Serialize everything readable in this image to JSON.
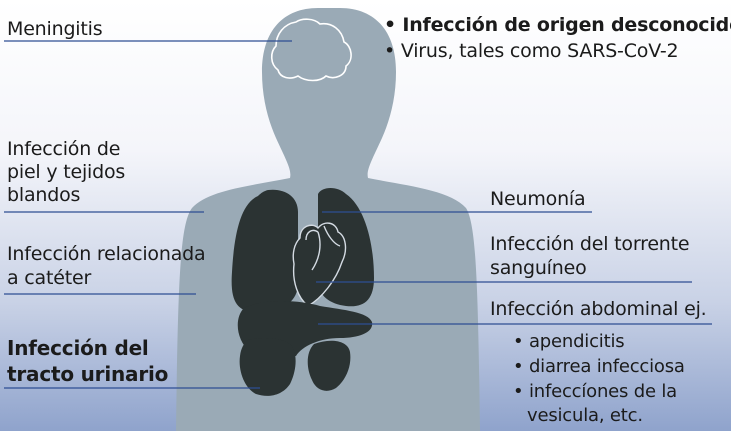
{
  "top_right": {
    "line1": "• Infección de origen desconocido",
    "line2": "• Virus, tales como SARS-CoV-2"
  },
  "left": {
    "meningitis": "Meningitis",
    "skin1": "Infección de",
    "skin2": "piel y tejidos",
    "skin3": "blandos",
    "catheter1": "Infección relacionada",
    "catheter2": "a catéter",
    "urinary1": "Infección del",
    "urinary2": "tracto urinario"
  },
  "right": {
    "pneumonia": "Neumonía",
    "blood1": "Infección del torrente",
    "blood2": "sanguíneo",
    "abdominal": "Infección abdominal ej.",
    "sub1": "• apendicitis",
    "sub2": "• diarrea infecciosa",
    "sub3": "• infeccíones de la",
    "sub4": "vesicula, etc."
  },
  "colors": {
    "body": "#9aaab6",
    "organs": "#2b3333",
    "line": "#2e4e93"
  }
}
